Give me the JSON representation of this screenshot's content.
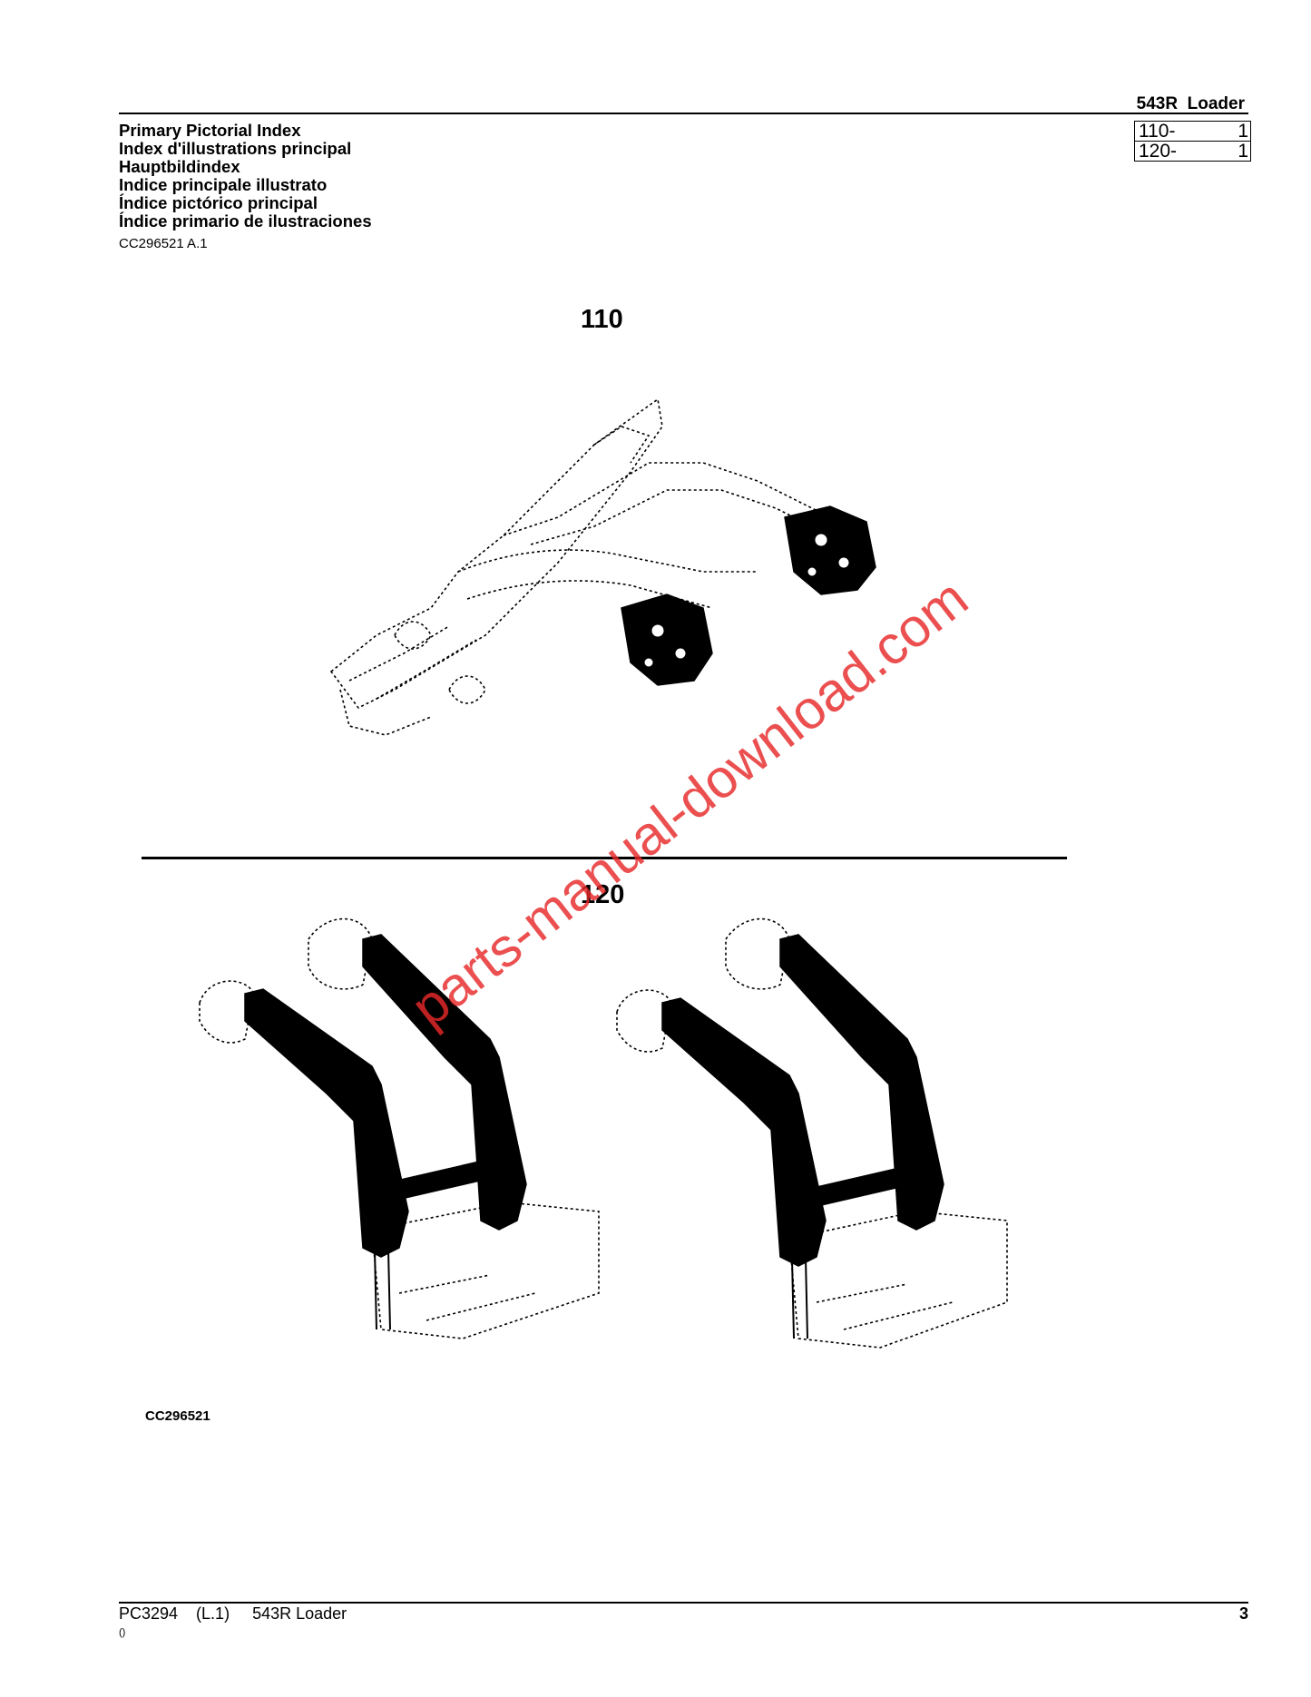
{
  "header": {
    "title": "543R  Loader"
  },
  "titles": [
    "Primary Pictorial Index",
    "Index d'illustrations principal",
    "Hauptbildindex",
    "Indice principale illustrato",
    "Índice pictórico principal",
    "Índice primario de ilustraciones"
  ],
  "reference": "CC296521 A.1",
  "index_table": [
    {
      "group": "110-",
      "page": "1"
    },
    {
      "group": "120-",
      "page": "1"
    }
  ],
  "sections": {
    "first": "110",
    "second": "120"
  },
  "figure_code": "CC296521",
  "watermark": "parts-manual-download.com",
  "footer": {
    "left": "PC3294    (L.1)     543R Loader",
    "sub": "()",
    "page": "3"
  }
}
